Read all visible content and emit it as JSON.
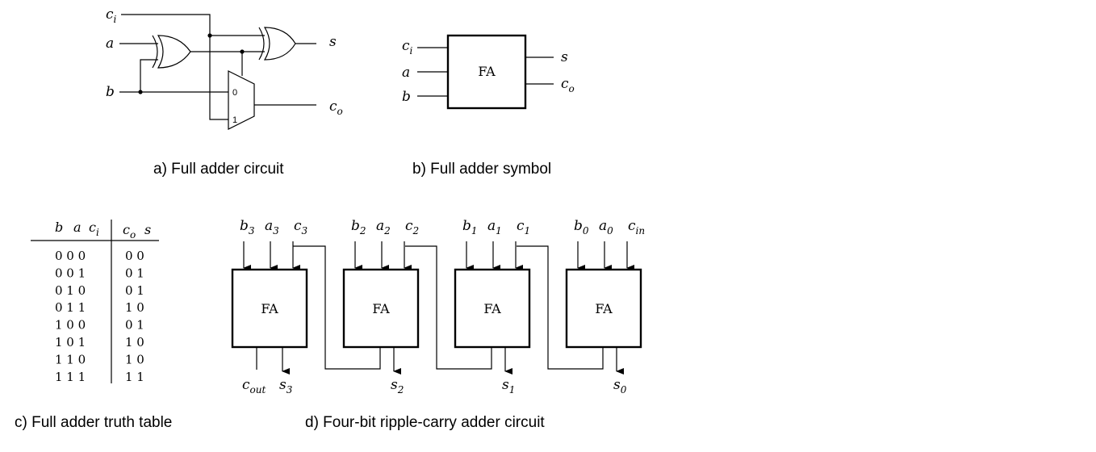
{
  "captions": {
    "a": "a) Full adder circuit",
    "b": "b) Full adder symbol",
    "c": "c) Full adder truth table",
    "d": "d) Four-bit ripple-carry adder circuit"
  },
  "circuit": {
    "ci": "c",
    "ci_sub": "i",
    "a": "a",
    "b": "b",
    "s": "s",
    "co": "c",
    "co_sub": "o",
    "mux_0": "0",
    "mux_1": "1"
  },
  "symbol": {
    "label": "FA",
    "ci": "c",
    "ci_sub": "i",
    "a": "a",
    "b": "b",
    "s": "s",
    "co": "c",
    "co_sub": "o"
  },
  "truth_table": {
    "headers": {
      "b": "b",
      "a": "a",
      "ci": "c",
      "ci_sub": "i",
      "co": "c",
      "co_sub": "o",
      "s": "s"
    },
    "rows": [
      [
        "0 0 0",
        "0 0"
      ],
      [
        "0 0 1",
        "0 1"
      ],
      [
        "0 1 0",
        "0 1"
      ],
      [
        "0 1 1",
        "1 0"
      ],
      [
        "1 0 0",
        "0 1"
      ],
      [
        "1 0 1",
        "1 0"
      ],
      [
        "1 1 0",
        "1 0"
      ],
      [
        "1 1 1",
        "1 1"
      ]
    ]
  },
  "ripple": {
    "label": "FA",
    "stages": [
      {
        "b": "b",
        "b_sub": "3",
        "a": "a",
        "a_sub": "3",
        "c": "c",
        "c_sub": "3",
        "s": "s",
        "s_sub": "3"
      },
      {
        "b": "b",
        "b_sub": "2",
        "a": "a",
        "a_sub": "2",
        "c": "c",
        "c_sub": "2",
        "s": "s",
        "s_sub": "2"
      },
      {
        "b": "b",
        "b_sub": "1",
        "a": "a",
        "a_sub": "1",
        "c": "c",
        "c_sub": "1",
        "s": "s",
        "s_sub": "1"
      },
      {
        "b": "b",
        "b_sub": "0",
        "a": "a",
        "a_sub": "0",
        "c": "c",
        "c_sub": "in",
        "s": "s",
        "s_sub": "0"
      }
    ],
    "cout": "c",
    "cout_sub": "out"
  }
}
